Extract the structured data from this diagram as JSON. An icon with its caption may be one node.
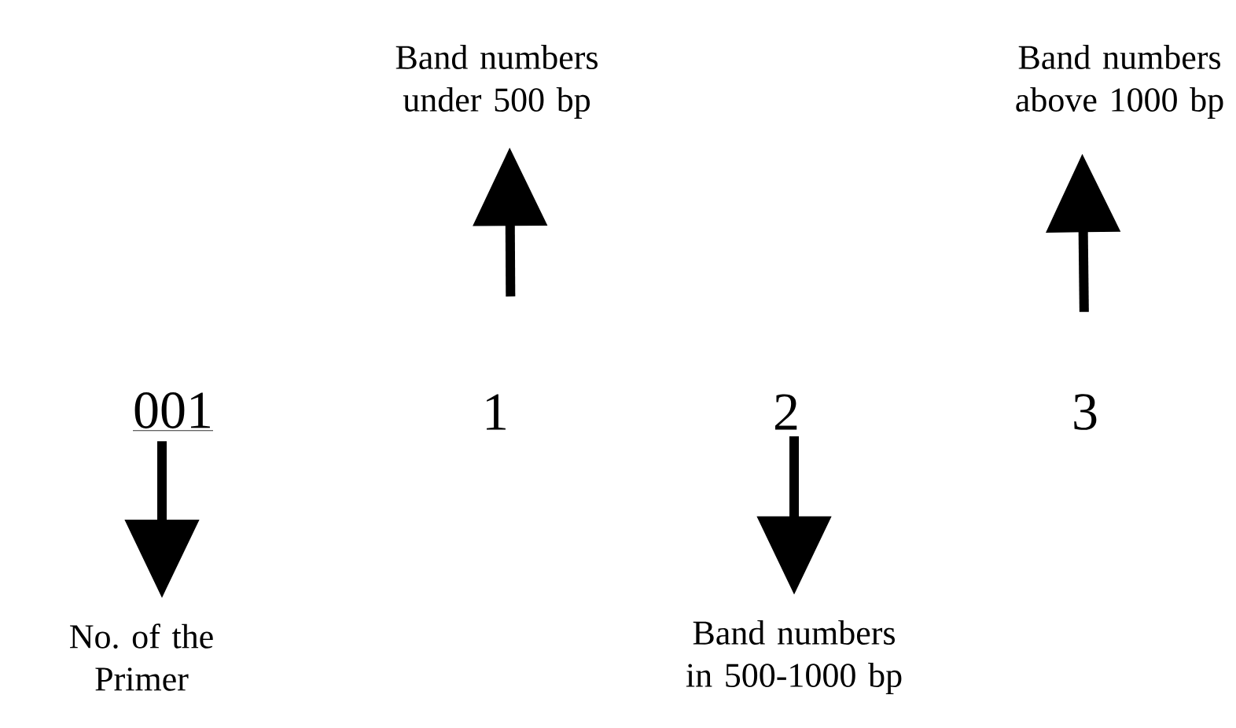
{
  "diagram": {
    "nodes": [
      {
        "text": [
          "001"
        ]
      },
      {
        "text": [
          "1"
        ]
      },
      {
        "text": [
          "2"
        ]
      },
      {
        "text": [
          "3"
        ]
      },
      {
        "text": [
          "Band numbers under 500 bp"
        ]
      },
      {
        "text": [
          "Band numbers above 1000 bp"
        ]
      },
      {
        "text": [
          "No. of the Primer"
        ]
      },
      {
        "text": [
          "Band numbers in 500-1000 bp"
        ]
      }
    ],
    "edges": [
      {
        "from": 1,
        "to": 4,
        "arrow": "to"
      },
      {
        "from": 3,
        "to": 5,
        "arrow": "to"
      },
      {
        "from": 0,
        "to": 6,
        "arrow": "to"
      },
      {
        "from": 2,
        "to": 7,
        "arrow": "to"
      }
    ]
  }
}
